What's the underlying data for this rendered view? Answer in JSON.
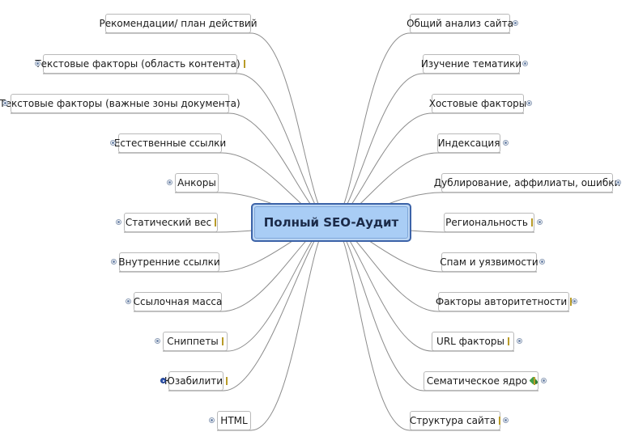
{
  "central": {
    "label": "Полный SEO-Аудит"
  },
  "left": [
    {
      "label": "Рекомендации/ план действий",
      "note": false,
      "expand": "none"
    },
    {
      "label": "Текстовые факторы (область контента)",
      "note": true,
      "expand": "left"
    },
    {
      "label": "Текстовые факторы (важные зоны документа)",
      "note": false,
      "expand": "left"
    },
    {
      "label": "Естественные ссылки",
      "note": false,
      "expand": "left"
    },
    {
      "label": "Анкоры",
      "note": false,
      "expand": "left"
    },
    {
      "label": "Статический вес",
      "note": true,
      "expand": "left"
    },
    {
      "label": "Внутренние ссылки",
      "note": false,
      "expand": "left"
    },
    {
      "label": "Ссылочная масса",
      "note": false,
      "expand": "left"
    },
    {
      "label": "Сниппеты",
      "note": true,
      "expand": "left"
    },
    {
      "label": "Юзабилити",
      "note": true,
      "expand": "left-filled"
    },
    {
      "label": "HTML",
      "note": false,
      "expand": "left"
    }
  ],
  "right": [
    {
      "label": "Общий анализ сайта",
      "note": false,
      "tag": false,
      "expand": "right"
    },
    {
      "label": "Изучение тематики",
      "note": false,
      "tag": false,
      "expand": "right"
    },
    {
      "label": "Хостовые факторы",
      "note": false,
      "tag": false,
      "expand": "right"
    },
    {
      "label": "Индексация",
      "note": false,
      "tag": false,
      "expand": "right"
    },
    {
      "label": "Дублирование, аффилиаты, ошибки",
      "note": false,
      "tag": false,
      "expand": "right"
    },
    {
      "label": "Региональность",
      "note": true,
      "tag": false,
      "expand": "right"
    },
    {
      "label": "Спам и уязвимости",
      "note": false,
      "tag": false,
      "expand": "right"
    },
    {
      "label": "Факторы авторитетности",
      "note": true,
      "tag": false,
      "expand": "right"
    },
    {
      "label": "URL факторы",
      "note": true,
      "tag": false,
      "expand": "right"
    },
    {
      "label": "Сематическое ядро",
      "note": true,
      "tag": true,
      "expand": "right"
    },
    {
      "label": "Структура сайта",
      "note": true,
      "tag": false,
      "expand": "right"
    }
  ],
  "colors": {
    "link": "#8c8c8c",
    "central_border": "#3c63a8",
    "central_fill": "#a9cdf5",
    "topic_border": "#b9b9b9"
  }
}
